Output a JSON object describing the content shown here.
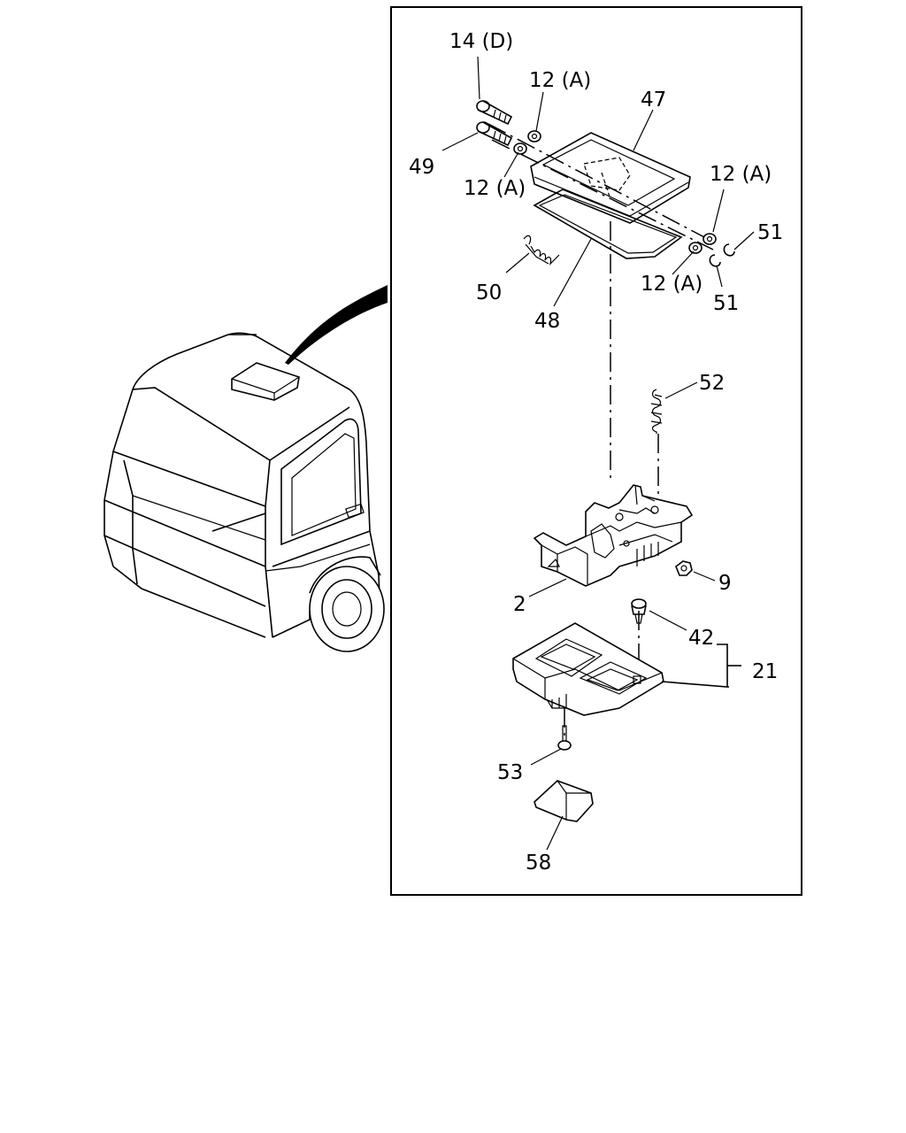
{
  "callouts": [
    {
      "id": "14d",
      "text": "14 (D)"
    },
    {
      "id": "12a-top",
      "text": "12 (A)"
    },
    {
      "id": "47",
      "text": "47"
    },
    {
      "id": "49",
      "text": "49"
    },
    {
      "id": "12a-left",
      "text": "12 (A)"
    },
    {
      "id": "12a-right-top",
      "text": "12 (A)"
    },
    {
      "id": "51-top",
      "text": "51"
    },
    {
      "id": "50",
      "text": "50"
    },
    {
      "id": "12a-right-bottom",
      "text": "12 (A)"
    },
    {
      "id": "51-bottom",
      "text": "51"
    },
    {
      "id": "48",
      "text": "48"
    },
    {
      "id": "52",
      "text": "52"
    },
    {
      "id": "9",
      "text": "9"
    },
    {
      "id": "2",
      "text": "2"
    },
    {
      "id": "42",
      "text": "42"
    },
    {
      "id": "21",
      "text": "21"
    },
    {
      "id": "53",
      "text": "53"
    },
    {
      "id": "58",
      "text": "58"
    }
  ]
}
